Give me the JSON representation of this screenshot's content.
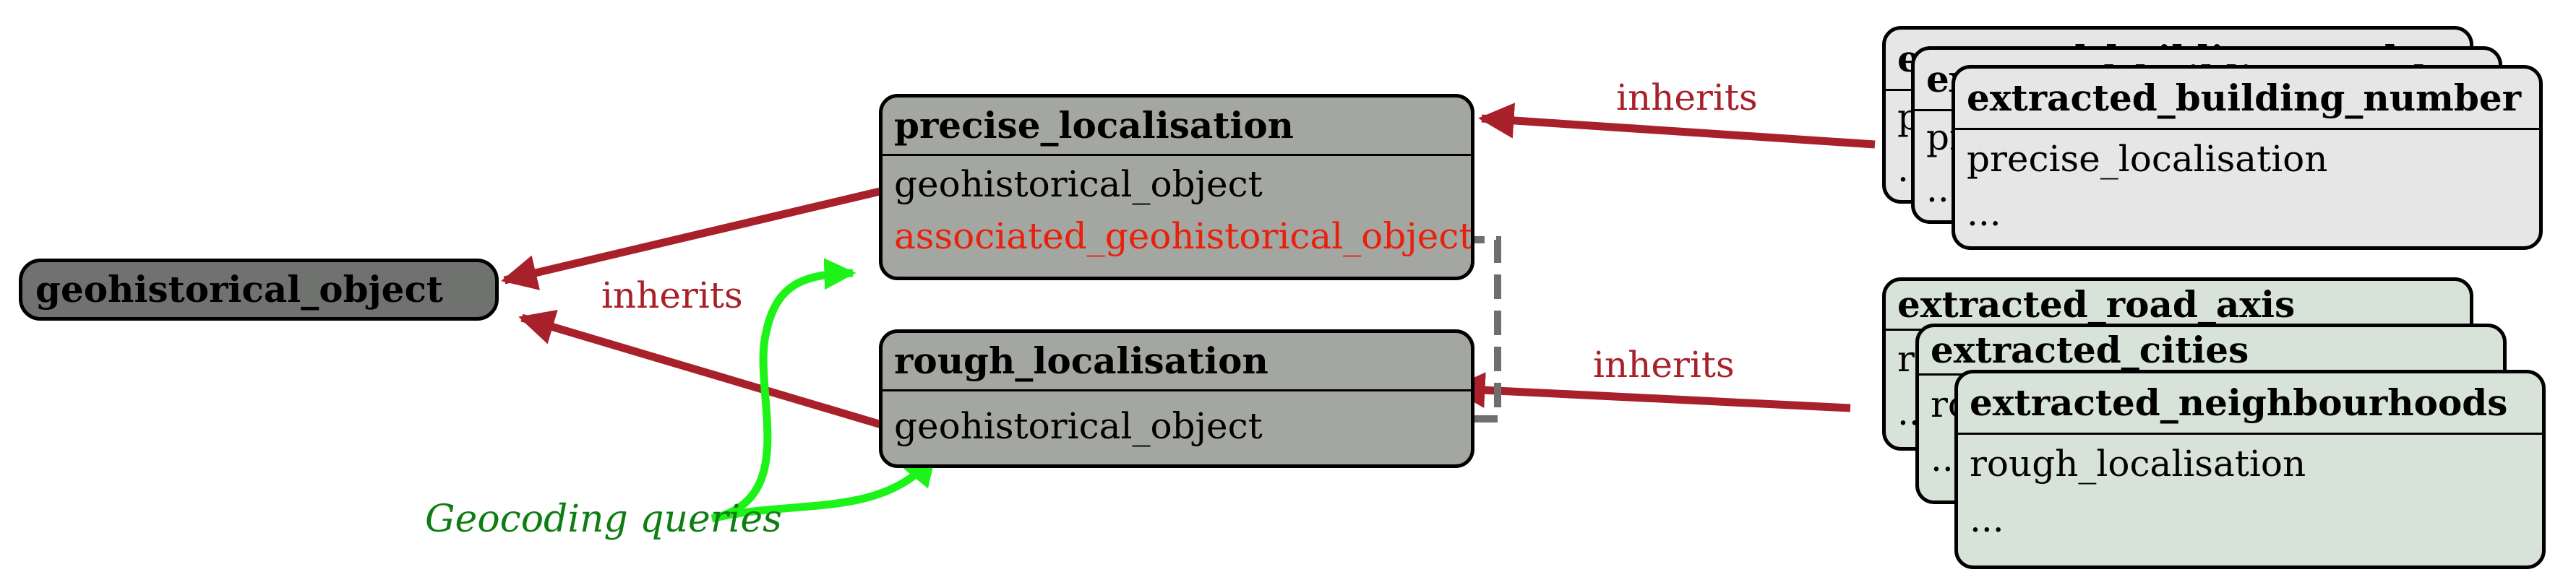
{
  "colors": {
    "inherits_arrow": "#a8202a",
    "geocoding_arrow": "#1df319",
    "geocoding_label": "#0e7d12",
    "association_arrow": "#6e6e6e",
    "associated_field": "#e8210c",
    "root_box": "#707270",
    "localisation_box": "#a4a6a2",
    "building_box": "#e6e6e6",
    "area_box": "#d7e2d8"
  },
  "root": {
    "title": "geohistorical_object"
  },
  "precise": {
    "title": "precise_localisation",
    "fields": [
      "geohistorical_object",
      "associated_geohistorical_object"
    ]
  },
  "rough": {
    "title": "rough_localisation",
    "fields": [
      "geohistorical_object"
    ]
  },
  "building_stack": {
    "back_title": "extracted_building_number",
    "mid_title": "extracted_building_number",
    "front_title": "extracted_building_number",
    "back_fields": [
      "precise_localisation",
      "..."
    ],
    "mid_fields": [
      "precise_localisation",
      "..."
    ],
    "front_fields": [
      "precise_localisation",
      "..."
    ]
  },
  "area_stack": {
    "back_title": "extracted_road_axis",
    "mid_title": "extracted_cities",
    "front_title": "extracted_neighbourhoods",
    "back_fields": [
      "rough_localisation",
      "..."
    ],
    "mid_fields": [
      "rough_localisation",
      "..."
    ],
    "front_fields": [
      "rough_localisation",
      "..."
    ]
  },
  "labels": {
    "inherits_left": "inherits",
    "inherits_top": "inherits",
    "inherits_bottom": "inherits",
    "geocoding": "Geocoding queries"
  },
  "icons": {
    "inherits": "filled-arrowhead",
    "geocoding": "bright-green-curved-arrow",
    "association": "dashed-gray-arrow"
  }
}
